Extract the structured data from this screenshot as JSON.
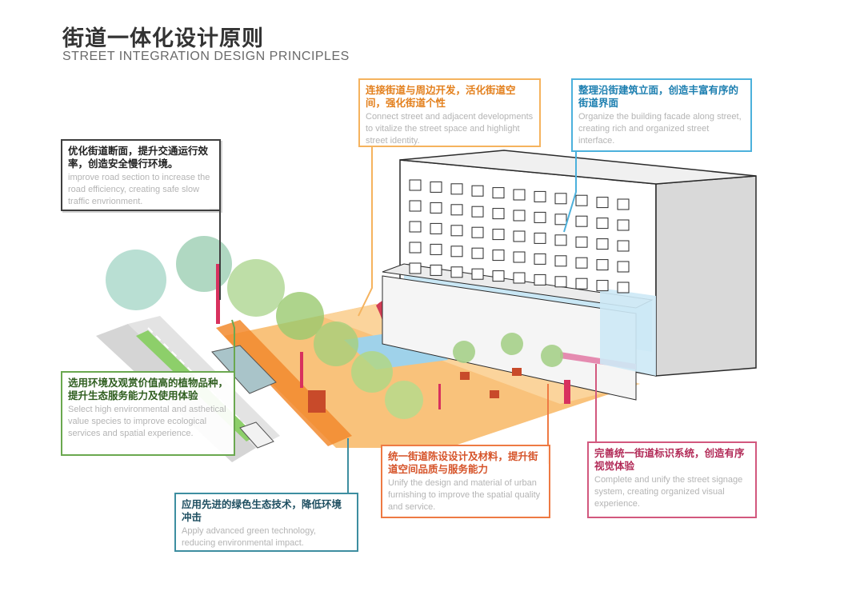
{
  "header": {
    "title_cn": "街道一体化设计原则",
    "title_en": "STREET INTEGRATION DESIGN PRINCIPLES"
  },
  "colors": {
    "dark": "#3f3f3f",
    "orange": "#f5b35e",
    "blue": "#4cb1dc",
    "green": "#6aa84f",
    "teal": "#3d8ea0",
    "red": "#ee7a43",
    "pink": "#d2587e"
  },
  "callouts": {
    "road_section": {
      "cn": "优化街道断面，提升交通运行效率，创造安全慢行环境。",
      "en": "improve road section to increase the road efficiency, creating safe slow traffic envrionment."
    },
    "connect_street": {
      "cn": "连接街道与周边开发，活化街道空间，强化街道个性",
      "en": "Connect street and adjacent developments to vitalize the street space and highlight street identity."
    },
    "facade": {
      "cn": "整理沿街建筑立面，创造丰富有序的街道界面",
      "en": "Organize the building facade along street, creating rich and organized street interface."
    },
    "plants": {
      "cn": "选用环境及观赏价值高的植物品种，提升生态服务能力及使用体验",
      "en": "Select high environmental and asthetical value species to improve ecological services and spatial experience."
    },
    "furnishing": {
      "cn": "统一街道陈设设计及材料，提升街道空间品质与服务能力",
      "en": "Unify the design and material of urban furnishing to improve the spatial quality and service."
    },
    "signage": {
      "cn": "完善统一街道标识系统，创造有序视觉体验",
      "en": "Complete and unify the street signage system, creating organized visual experience."
    },
    "green_tech": {
      "cn": "应用先进的绿色生态技术，降低环境冲击",
      "en": "Apply advanced green technology, reducing environmental impact."
    }
  }
}
